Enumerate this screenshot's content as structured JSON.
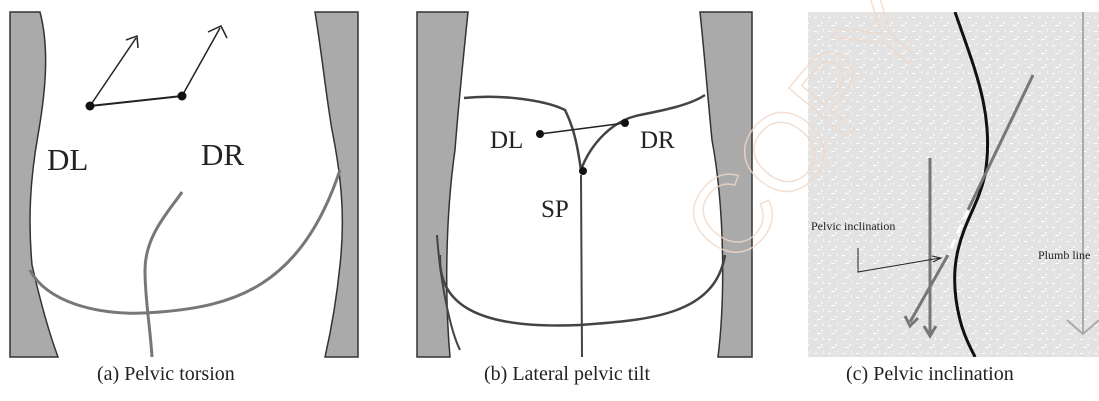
{
  "panels": [
    {
      "caption": "(a) Pelvic torsion",
      "labels": {
        "left": "DL",
        "right": "DR"
      }
    },
    {
      "caption": "(b) Lateral pelvic tilt",
      "labels": {
        "left": "DL",
        "right": "DR",
        "center": "SP"
      }
    },
    {
      "caption": "(c) Pelvic inclination",
      "labels": {
        "inclination": "Pelvic inclination",
        "plumb": "Plumb line"
      }
    }
  ],
  "watermark": "COPY",
  "colors": {
    "body_gray": "#aaaaaa",
    "line": "#333333",
    "panel_c_bg": "#e3e3e3"
  }
}
